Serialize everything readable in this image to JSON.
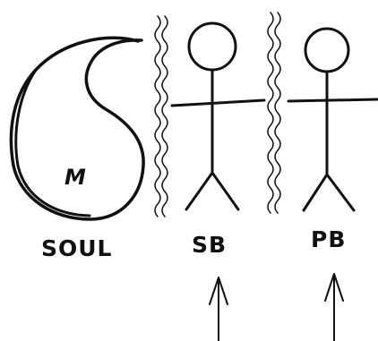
{
  "diagram": {
    "soul_letter": "M",
    "labels": {
      "soul": "SOUL",
      "sb": "SB",
      "pb": "PB"
    },
    "colors": {
      "ink": "#111111",
      "background": "#ffffff"
    },
    "icons": {
      "soul": "teardrop-swirl-icon",
      "body": "stick-figure-icon",
      "separator": "wavy-line-icon",
      "pointer": "up-arrow-icon"
    }
  }
}
